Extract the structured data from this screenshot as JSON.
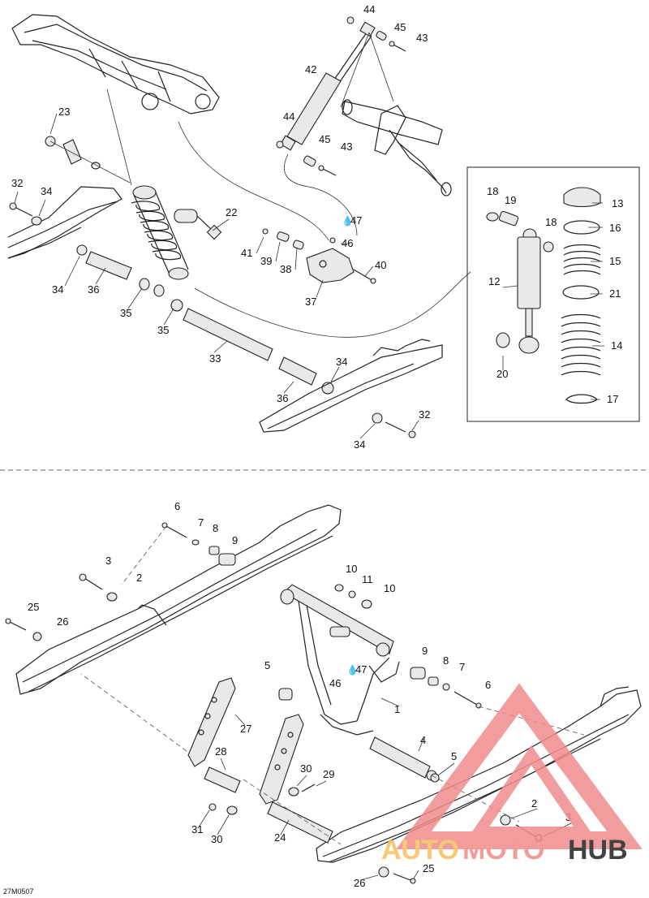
{
  "drawing_ref": "27M0507",
  "watermark": {
    "word1": "AUTO",
    "word2": "MOTO",
    "word3": "HUB",
    "color1": "#f5c15c",
    "color2": "#f28a85",
    "color3": "#222222",
    "logo_color": "#f08c8c"
  },
  "oil_symbol": "💧",
  "labels": {
    "l44a": "44",
    "l45a": "45",
    "l43a": "43",
    "l42": "42",
    "l44b": "44",
    "l45b": "45",
    "l43b": "43",
    "l23": "23",
    "l32a": "32",
    "l34a": "34",
    "l22": "22",
    "l47a": "47",
    "l46a": "46",
    "l41": "41",
    "l39": "39",
    "l38": "38",
    "l40": "40",
    "l37": "37",
    "l34b": "34",
    "l36a": "36",
    "l35a": "35",
    "l35b": "35",
    "l33": "33",
    "l34c": "34",
    "l36b": "36",
    "l32b": "32",
    "l34d": "34",
    "l18a": "18",
    "l19": "19",
    "l13": "13",
    "l18b": "18",
    "l16": "16",
    "l15": "15",
    "l12": "12",
    "l21": "21",
    "l14": "14",
    "l20": "20",
    "l17": "17",
    "l6a": "6",
    "l7a": "7",
    "l8a": "8",
    "l9a": "9",
    "l3a": "3",
    "l2a": "2",
    "l25a": "25",
    "l26a": "26",
    "l10a": "10",
    "l11": "11",
    "l10b": "10",
    "l5a": "5",
    "l9b": "9",
    "l8b": "8",
    "l7b": "7",
    "l47b": "47",
    "l46b": "46",
    "l6b": "6",
    "l1": "1",
    "l27": "27",
    "l28": "28",
    "l4": "4",
    "l5b": "5",
    "l30a": "30",
    "l29": "29",
    "l2b": "2",
    "l31": "31",
    "l30b": "30",
    "l24": "24",
    "l3b": "3",
    "l26b": "26",
    "l25b": "25"
  }
}
